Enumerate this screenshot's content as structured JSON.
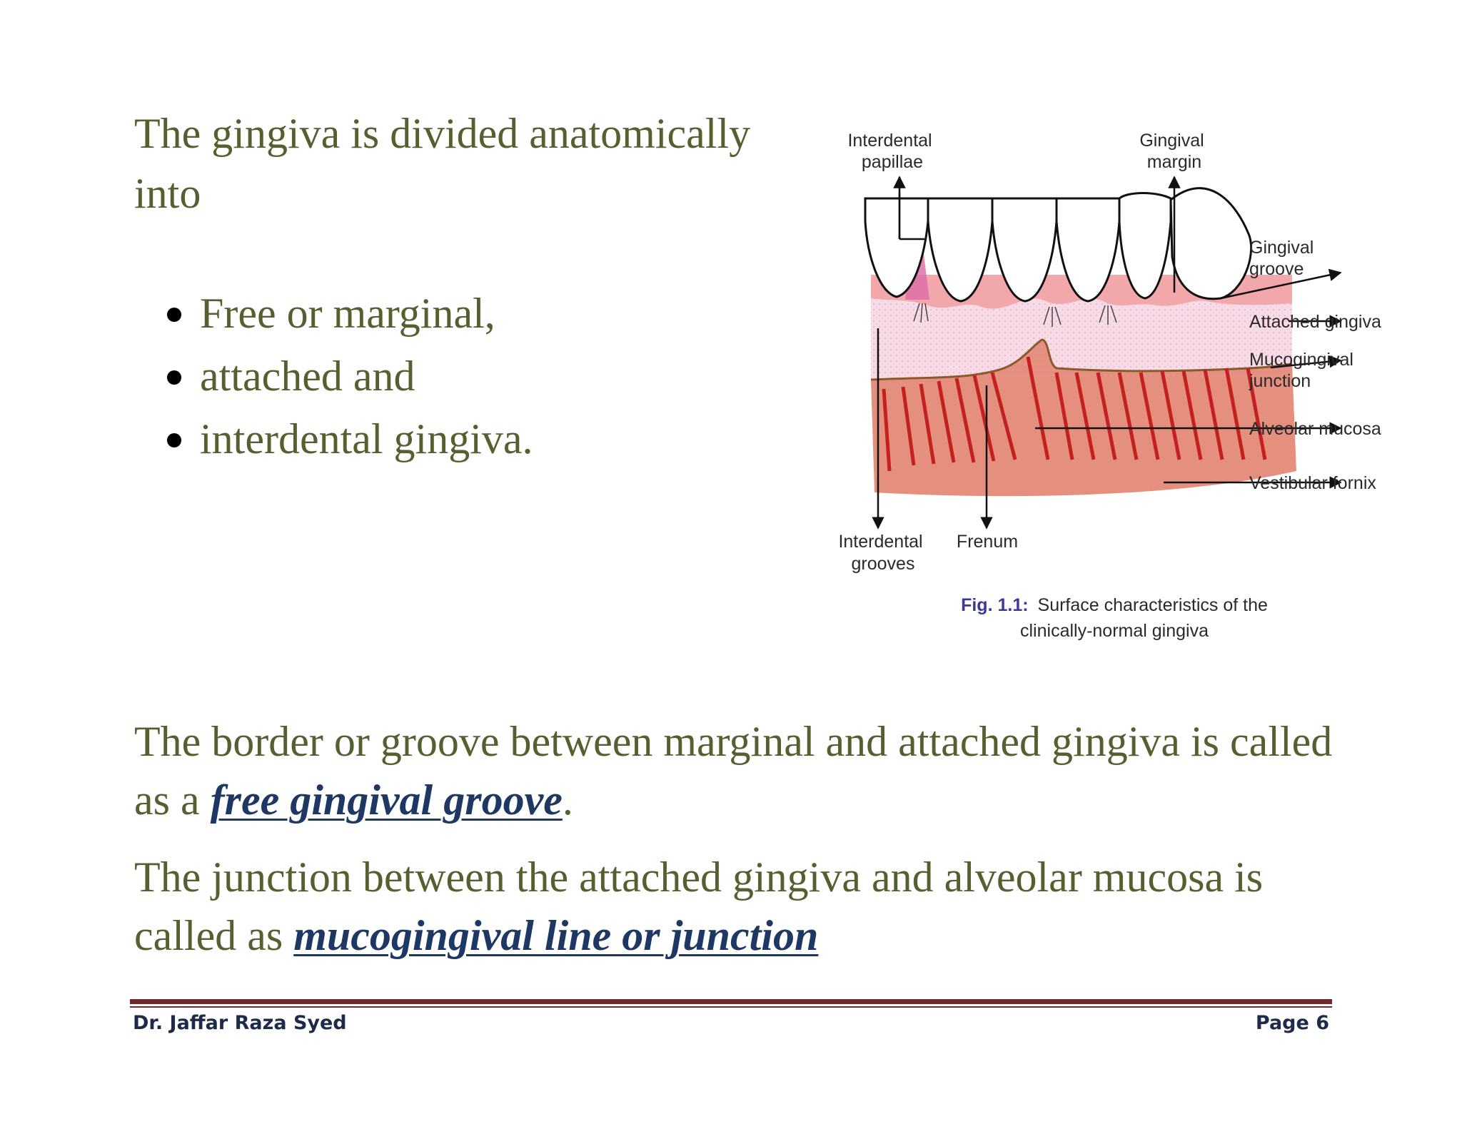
{
  "intro": "The gingiva is divided anatomically into",
  "bullets": [
    "Free or marginal,",
    "attached and",
    "interdental gingiva."
  ],
  "figure": {
    "labels": {
      "interdental_papillae": [
        "Interdental",
        "papillae"
      ],
      "gingival_margin": [
        "Gingival",
        "margin"
      ],
      "gingival_groove": [
        "Gingival",
        "groove"
      ],
      "attached_gingiva": "Attached gingiva",
      "mucogingival_junction": [
        "Mucogingival",
        "junction"
      ],
      "alveolar_mucosa": "Alveolar mucosa",
      "vestibular_fornix": "Vestibular fornix",
      "interdental_grooves": [
        "Interdental",
        "grooves"
      ],
      "frenum": "Frenum"
    },
    "caption_prefix": "Fig. 1.1:",
    "caption_line1": "Surface characteristics of the",
    "caption_line2": "clinically-normal gingiva",
    "colors": {
      "caption_prefix": "#3b3a9a",
      "marginal_gingiva": "#f0a6a8",
      "attached_gingiva": "#f7d9e6",
      "alveolar_mucosa": "#e08a7c",
      "vessels": "#c4201f"
    }
  },
  "paragraph1": {
    "text_before": "The border or groove between marginal and attached gingiva is called as a ",
    "term": "free gingival groove",
    "text_after": "."
  },
  "paragraph2": {
    "text_before": "The junction between the attached gingiva and alveolar mucosa is called as ",
    "term": "mucogingival line or junction",
    "text_after": ""
  },
  "footer": {
    "author": "Dr. Jaffar Raza Syed",
    "page": "Page 6"
  }
}
